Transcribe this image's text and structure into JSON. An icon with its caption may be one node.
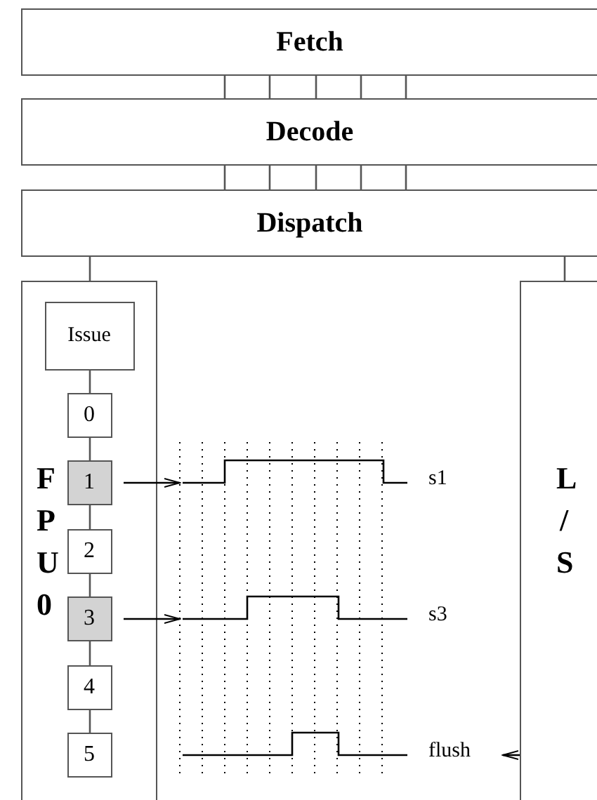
{
  "diagram": {
    "nodes": [
      {
        "text": [
          "Fetch"
        ]
      },
      {
        "text": [
          "Decode"
        ]
      },
      {
        "text": [
          "Dispatch"
        ]
      },
      {
        "text": [
          "F P U 0"
        ]
      },
      {
        "text": [
          "Issue"
        ],
        "in": 3
      },
      {
        "text": [
          "0"
        ],
        "in": 3
      },
      {
        "text": [
          "1"
        ],
        "in": 3
      },
      {
        "text": [
          "2"
        ],
        "in": 3
      },
      {
        "text": [
          "3"
        ],
        "in": 3
      },
      {
        "text": [
          "4"
        ],
        "in": 3
      },
      {
        "text": [
          "5"
        ],
        "in": 3
      },
      {
        "text": [
          "L / S"
        ]
      },
      {
        "text": [
          "s1"
        ]
      },
      {
        "text": [
          "s3"
        ]
      },
      {
        "text": [
          "flush"
        ]
      }
    ],
    "edges": [
      {
        "from": 0,
        "to": 1,
        "arrow": "none"
      },
      {
        "from": 0,
        "to": 1,
        "arrow": "none"
      },
      {
        "from": 0,
        "to": 1,
        "arrow": "none"
      },
      {
        "from": 0,
        "to": 1,
        "arrow": "none"
      },
      {
        "from": 0,
        "to": 1,
        "arrow": "none"
      },
      {
        "from": 1,
        "to": 2,
        "arrow": "none"
      },
      {
        "from": 1,
        "to": 2,
        "arrow": "none"
      },
      {
        "from": 1,
        "to": 2,
        "arrow": "none"
      },
      {
        "from": 1,
        "to": 2,
        "arrow": "none"
      },
      {
        "from": 1,
        "to": 2,
        "arrow": "none"
      },
      {
        "from": 2,
        "to": 3,
        "arrow": "none"
      },
      {
        "from": 2,
        "to": 11,
        "arrow": "none"
      },
      {
        "from": 4,
        "to": 5,
        "arrow": "none"
      },
      {
        "from": 5,
        "to": 6,
        "arrow": "none"
      },
      {
        "from": 6,
        "to": 7,
        "arrow": "none"
      },
      {
        "from": 7,
        "to": 8,
        "arrow": "none"
      },
      {
        "from": 8,
        "to": 9,
        "arrow": "none"
      },
      {
        "from": 9,
        "to": 10,
        "arrow": "none"
      },
      {
        "from": 6,
        "to": 12,
        "arrow": "to"
      },
      {
        "from": 8,
        "to": 13,
        "arrow": "to"
      },
      {
        "from": 11,
        "to": 14,
        "arrow": "to"
      }
    ]
  }
}
